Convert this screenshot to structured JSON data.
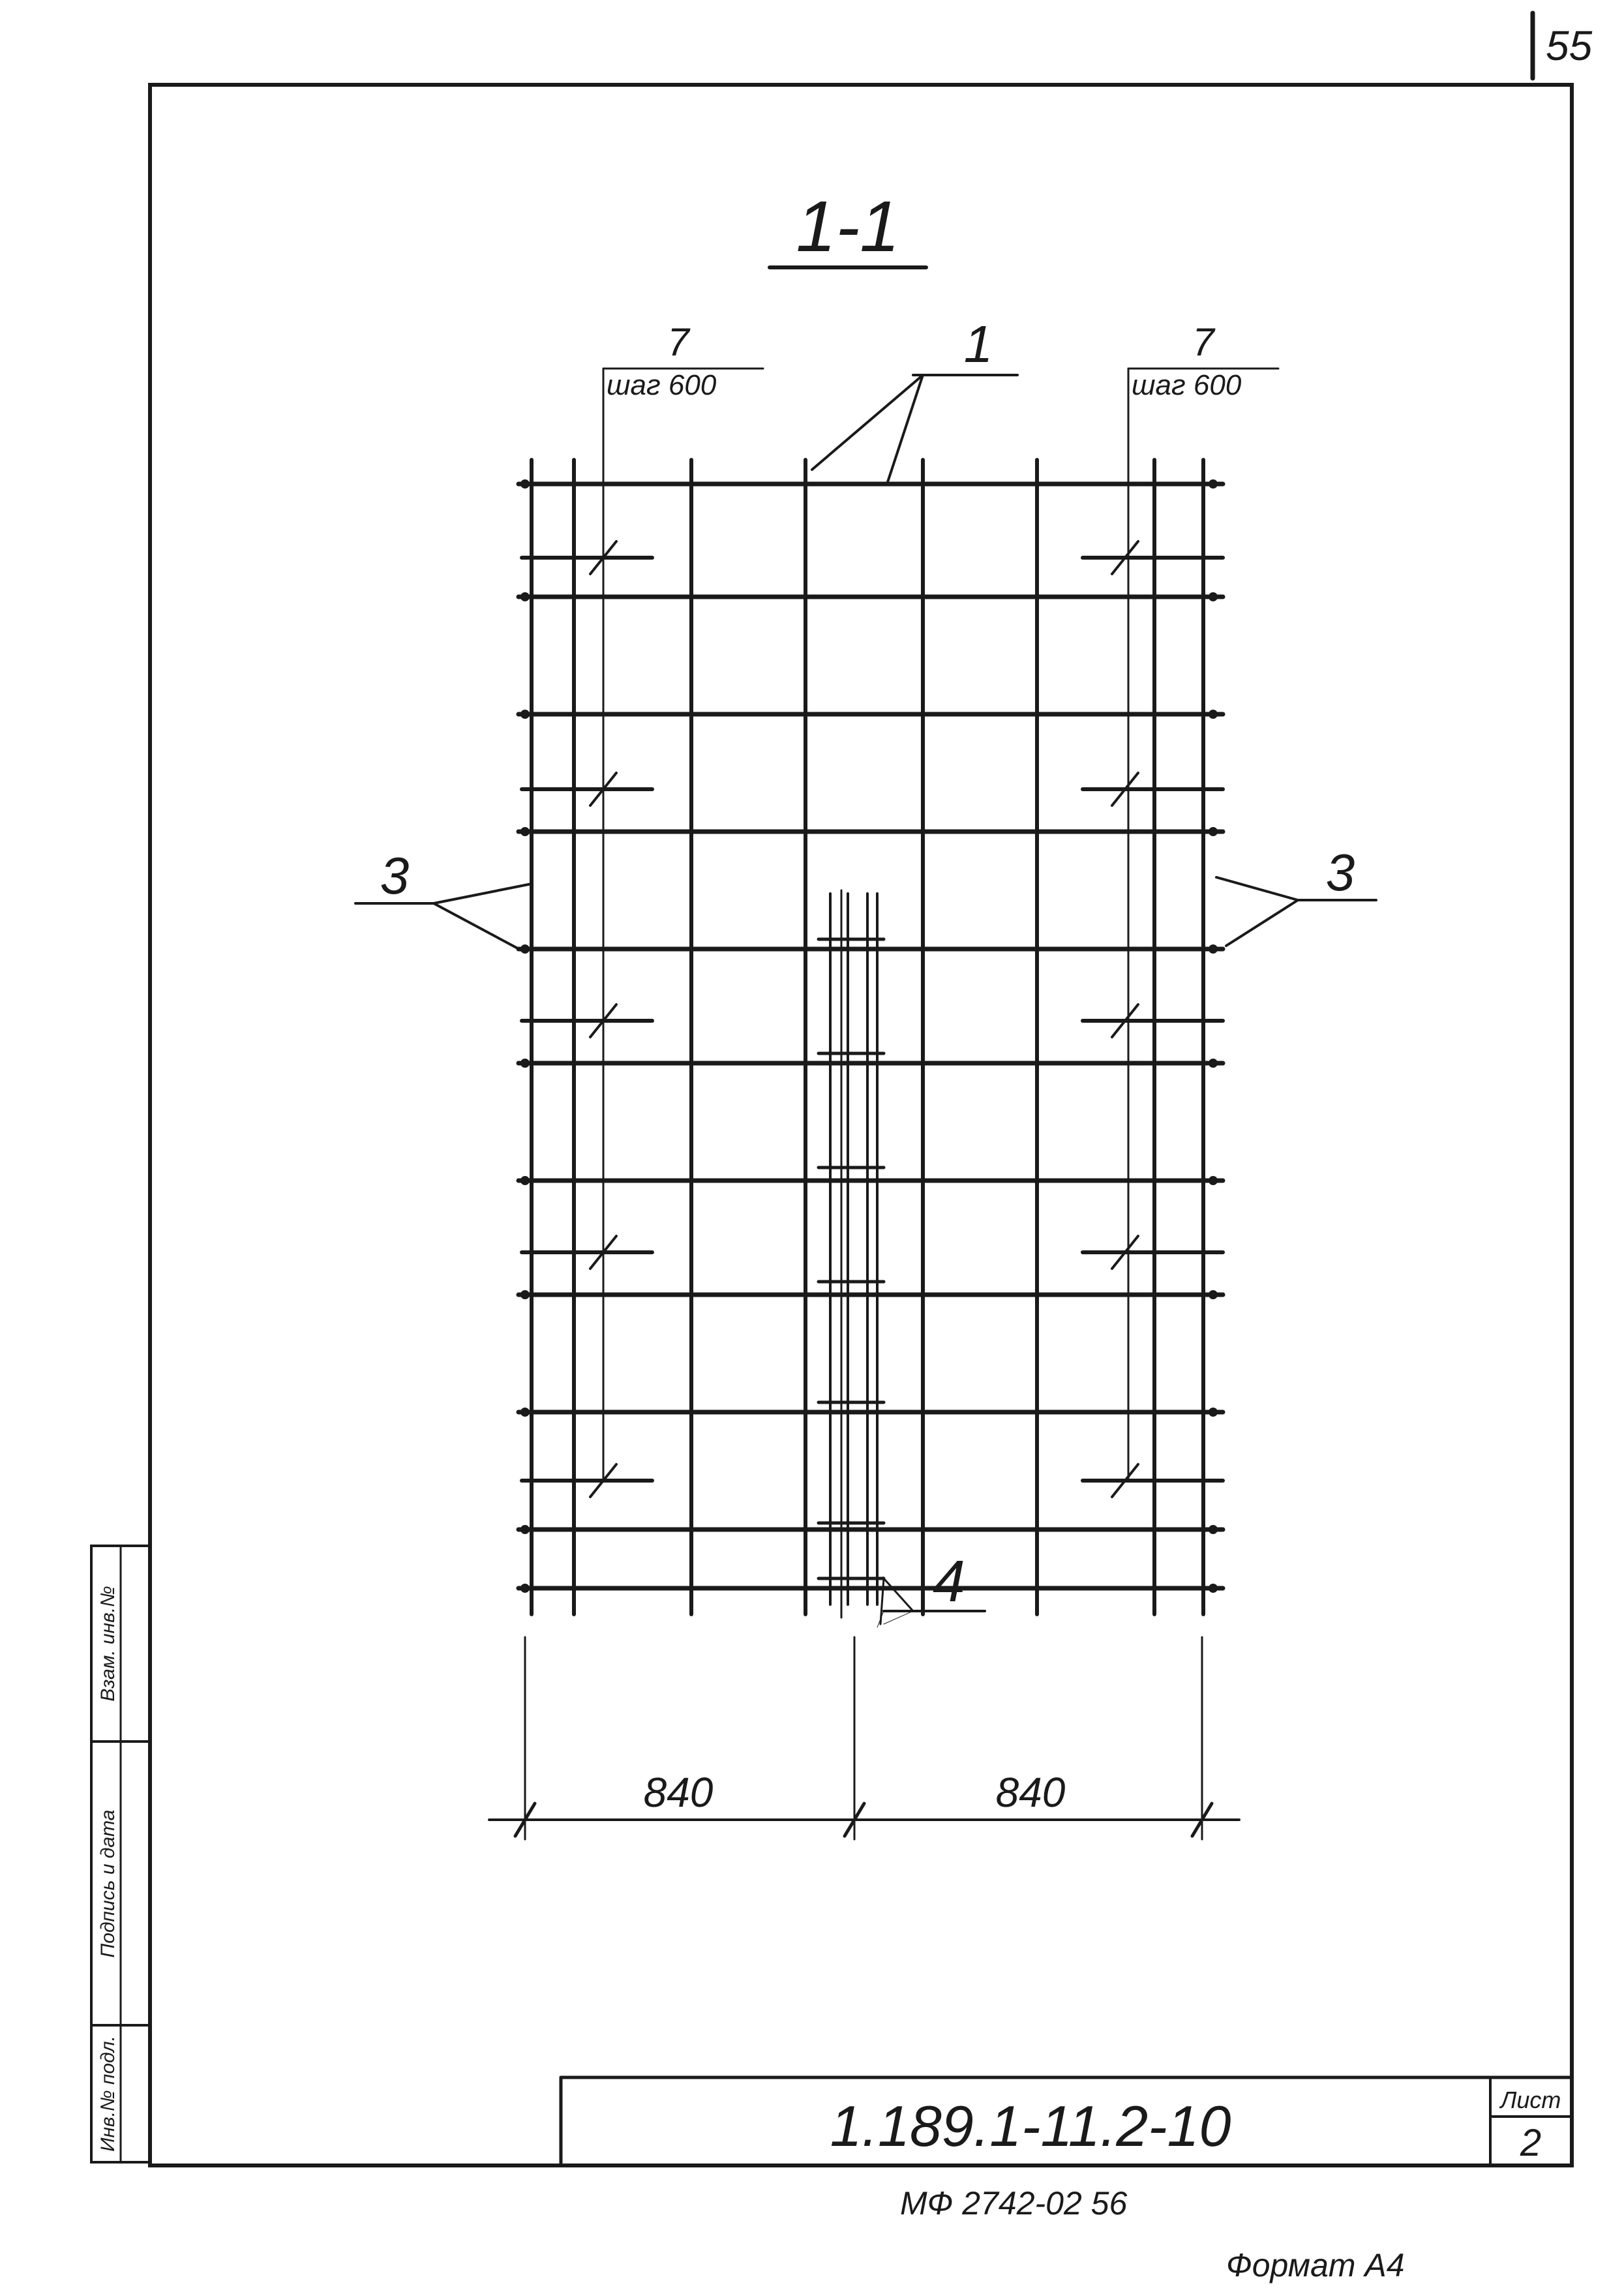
{
  "page_number": "55",
  "section_title": "1-1",
  "callouts": {
    "top_left": {
      "number": "7",
      "note": "шаг 600"
    },
    "top_right": {
      "number": "7",
      "note": "шаг 600"
    },
    "top_center": {
      "number": "1"
    },
    "side_left": {
      "number": "3"
    },
    "side_right": {
      "number": "3"
    },
    "bottom_center": {
      "number": "4"
    }
  },
  "dimensions": {
    "left": "840",
    "right": "840"
  },
  "side_stamp": {
    "inv_podl": "Инв.№ подл.",
    "podpis_data": "Подпись и дата",
    "vzam_inv": "Взам. инв.№"
  },
  "title_block": {
    "designation": "1.189.1-11.2-10",
    "sheet_label": "Лист",
    "sheet_number": "2"
  },
  "footer": {
    "code": "МФ 2742-02 56",
    "format": "Формат А4"
  }
}
